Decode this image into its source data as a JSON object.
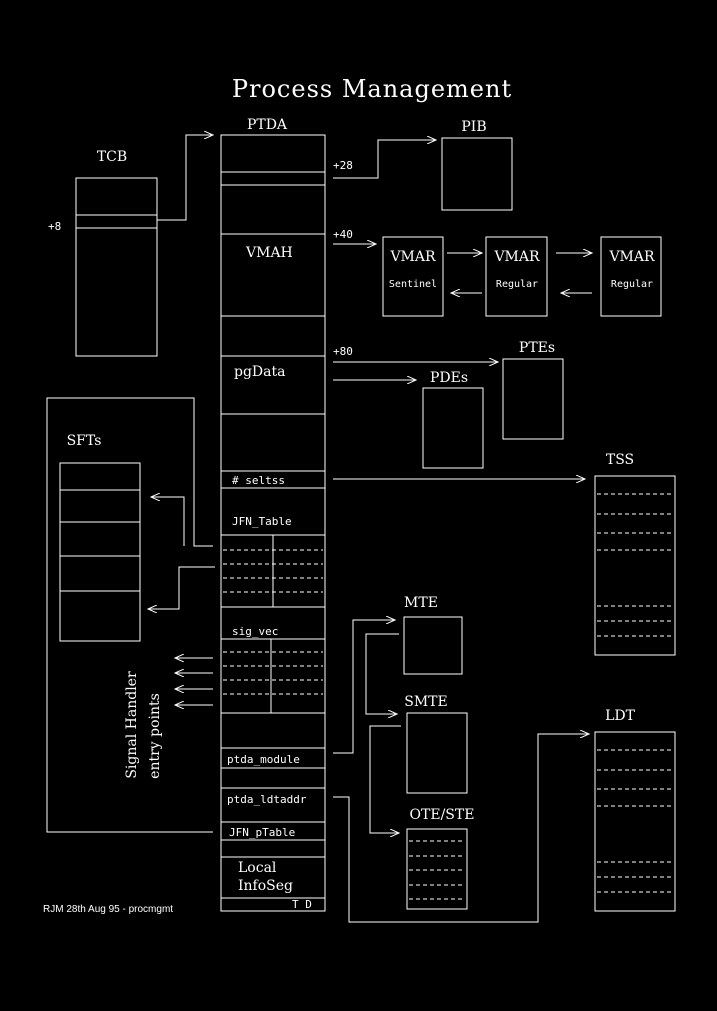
{
  "title": "Process Management",
  "footer": "RJM 28th Aug 95 - procmgmt",
  "tcb": {
    "label": "TCB",
    "offset": "+8"
  },
  "ptda": {
    "label": "PTDA",
    "vmah": "VMAH",
    "pgdata": "pgData",
    "seltss": "# seltss",
    "jfn_table": "JFN_Table",
    "sig_vec": "sig_vec",
    "ptda_module": "ptda_module",
    "ptda_ldtaddr": "ptda_ldtaddr",
    "jfn_ptable": "JFN_pTable",
    "local_infoseg_1": "Local",
    "local_infoseg_2": "InfoSeg",
    "td": "T D"
  },
  "offsets": {
    "pib": "+28",
    "vmah": "+40",
    "pgdata": "+80"
  },
  "pib": {
    "label": "PIB"
  },
  "vmar": [
    {
      "label": "VMAR",
      "kind": "Sentinel"
    },
    {
      "label": "VMAR",
      "kind": "Regular"
    },
    {
      "label": "VMAR",
      "kind": "Regular"
    }
  ],
  "ptes": {
    "label": "PTEs"
  },
  "pdes": {
    "label": "PDEs"
  },
  "tss": {
    "label": "TSS"
  },
  "sfts": {
    "label": "SFTs"
  },
  "mte": {
    "label": "MTE"
  },
  "smte": {
    "label": "SMTE"
  },
  "ote": {
    "label": "OTE/STE"
  },
  "ldt": {
    "label": "LDT"
  },
  "signal": {
    "line1": "Signal Handler",
    "line2": "entry points"
  },
  "colors": {
    "background": "#000000",
    "foreground": "#ffffff"
  }
}
